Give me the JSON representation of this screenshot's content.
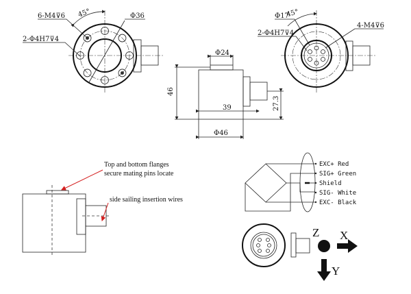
{
  "top_left_view": {
    "thread_holes": "6-M4⊽6",
    "pin_holes": "2-Φ4H7⊽4",
    "angle": "45°",
    "bolt_circle": "Φ36"
  },
  "side_view": {
    "top_diameter": "Φ24",
    "height": "46",
    "connector_offset": "39",
    "connector_height": "27.3",
    "body_diameter": "Φ46"
  },
  "top_right_view": {
    "inner_diameter": "Φ17",
    "angle": "45°",
    "pin_holes": "2-Φ4H7⊽4",
    "thread_holes": "4-M4⊽6"
  },
  "annotations": {
    "flange_line1": "Top and bottom flanges",
    "flange_line2": "secure mating pins locate",
    "wires": "side sailing insertion wires",
    "arrow_color": "#d42020"
  },
  "wiring": [
    {
      "label": "EXC+ Red"
    },
    {
      "label": "SIG+ Green"
    },
    {
      "label": "Shield"
    },
    {
      "label": "SIG- White"
    },
    {
      "label": "EXC- Black"
    }
  ],
  "axes": {
    "z": "Z",
    "x": "X",
    "y": "Y"
  }
}
